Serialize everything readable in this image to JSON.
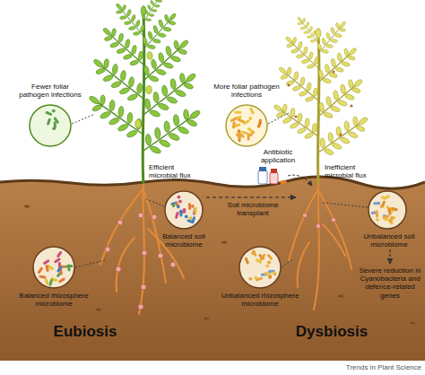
{
  "diagram": {
    "nodes": [
      {
        "text": [
          "Fewer foliar pathogen infections"
        ]
      },
      {
        "text": [
          "Balanced soil microbiome"
        ]
      },
      {
        "text": [
          "Balanced rhizosphere microbiome"
        ]
      },
      {
        "text": [
          "More foliar pathogen infections"
        ]
      },
      {
        "text": [
          "Unbalanced soil microbiome"
        ]
      },
      {
        "text": [
          "Unbalanced rhizosphere microbiome"
        ]
      }
    ],
    "labels": [
      "Efficient microbial flux",
      "Soil microbiome transplant",
      "Eubiosis",
      "Antibiotic application",
      "Inefficient microbial flux",
      "Severe reduction in Cyanobacteria and defence-related genes",
      "Dysbiosis",
      "Trends in Plant Science"
    ]
  }
}
